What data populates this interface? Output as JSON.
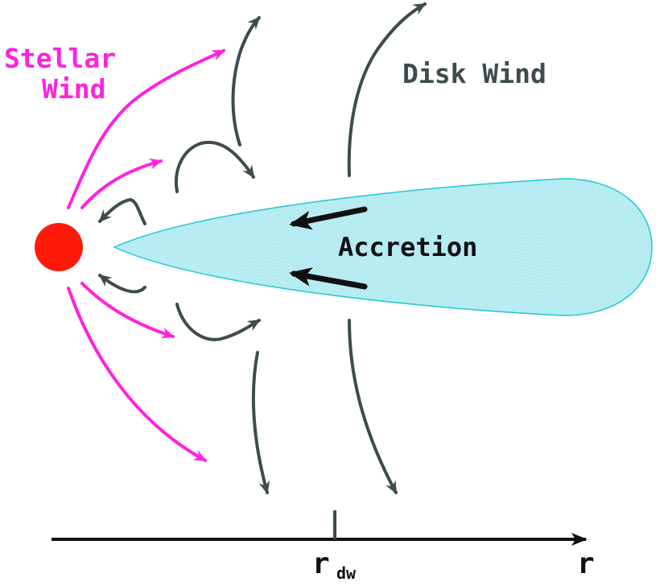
{
  "labels": {
    "stellar_wind_line1": "Stellar",
    "stellar_wind_line2": "Wind",
    "disk_wind": "Disk Wind",
    "accretion": "Accretion",
    "axis_r": "r",
    "axis_rdw_main": "r",
    "axis_rdw_sub": "dw"
  },
  "colors": {
    "stellar_wind": "#ff22dd",
    "disk_wind": "#3d4c4c",
    "star": "#ff1a0a",
    "disk_fill": "#bfeef4",
    "disk_stroke": "#22c6d6",
    "accretion_arrow": "#111111",
    "axis": "#111111"
  }
}
